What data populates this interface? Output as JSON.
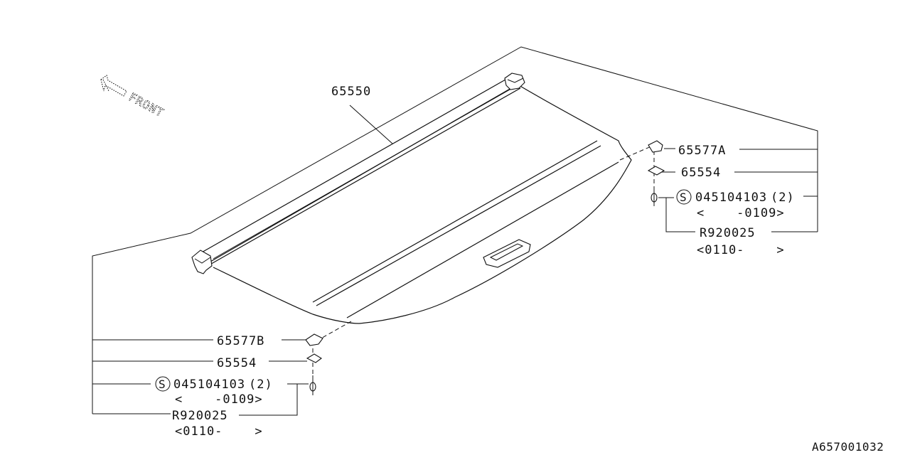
{
  "diagram": {
    "front_label": "FRONT",
    "reference_code": "A657001032",
    "top_part": {
      "number": "65550"
    },
    "right_group": {
      "clip": "65577A",
      "bracket": "65554",
      "bolt_symbol": "S",
      "bolt": "045104103",
      "bolt_qty": "(2)",
      "bolt_range": "<    -0109>",
      "alt_part": "R920025",
      "alt_range": "<0110-    >"
    },
    "left_group": {
      "clip": "65577B",
      "bracket": "65554",
      "bolt_symbol": "S",
      "bolt": "045104103",
      "bolt_qty": "(2)",
      "bolt_range": "<    -0109>",
      "alt_part": "R920025",
      "alt_range": "<0110-    >"
    }
  }
}
